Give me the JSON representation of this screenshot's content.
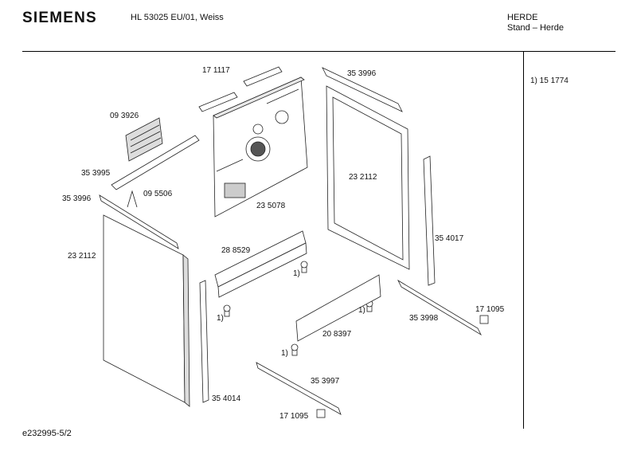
{
  "header": {
    "brand": "SIEMENS",
    "model": "HL 53025 EU/01, Weiss",
    "category_line1": "HERDE",
    "category_line2": "Stand – Herde"
  },
  "side_note": "1)  15 1774",
  "footer": "e232995-5/2",
  "parts": [
    {
      "id": "p171117",
      "label": "17 1117"
    },
    {
      "id": "p353996top",
      "label": "35 3996"
    },
    {
      "id": "p093926",
      "label": "09 3926"
    },
    {
      "id": "p353995",
      "label": "35 3995"
    },
    {
      "id": "p095506",
      "label": "09 5506"
    },
    {
      "id": "p353996left",
      "label": "35 3996"
    },
    {
      "id": "p232112right",
      "label": "23 2112"
    },
    {
      "id": "p235078",
      "label": "23 5078"
    },
    {
      "id": "p232112left",
      "label": "23 2112"
    },
    {
      "id": "p288529",
      "label": "28 8529"
    },
    {
      "id": "p354017",
      "label": "35 4017"
    },
    {
      "id": "fn1a",
      "label": "1)"
    },
    {
      "id": "fn1b",
      "label": "1)"
    },
    {
      "id": "fn1c",
      "label": "1)"
    },
    {
      "id": "p171095right",
      "label": "17 1095"
    },
    {
      "id": "p353998",
      "label": "35 3998"
    },
    {
      "id": "p208397",
      "label": "20 8397"
    },
    {
      "id": "fn1d",
      "label": "1)"
    },
    {
      "id": "p353997",
      "label": "35 3997"
    },
    {
      "id": "p354014",
      "label": "35 4014"
    },
    {
      "id": "p171095bottom",
      "label": "17 1095"
    }
  ]
}
